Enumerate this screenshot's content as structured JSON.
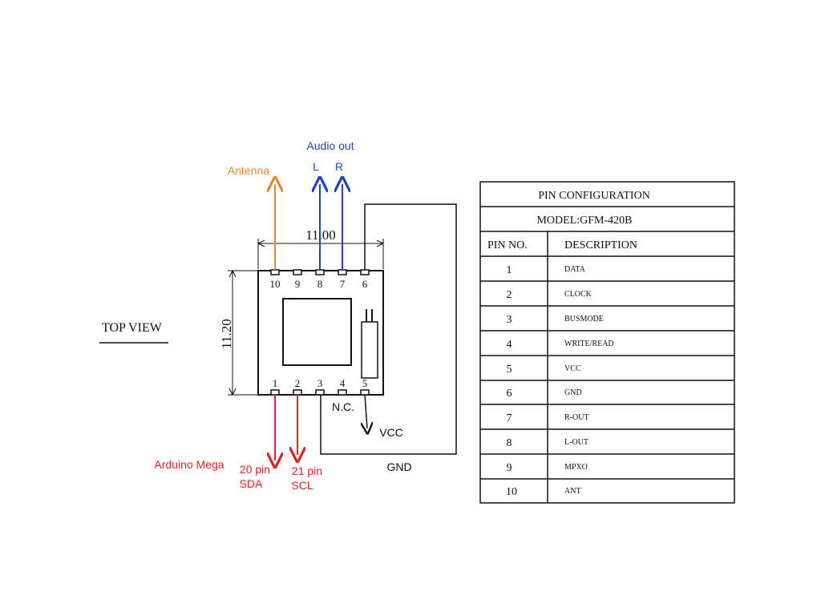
{
  "labels": {
    "top_view": "TOP VIEW",
    "width_dim": "11.00",
    "height_dim": "11.20",
    "audio_out": "Audio out",
    "audio_l": "L",
    "audio_r": "R",
    "antenna": "Antenna",
    "nc": "N.C.",
    "vcc": "VCC",
    "gnd": "GND",
    "arduino": "Arduino Mega",
    "sda_pin": "20 pin",
    "sda": "SDA",
    "scl_pin": "21 pin",
    "scl": "SCL"
  },
  "pins_top": [
    "10",
    "9",
    "8",
    "7",
    "6"
  ],
  "pins_bottom": [
    "1",
    "2",
    "3",
    "4",
    "5"
  ],
  "table": {
    "title": "PIN CONFIGURATION",
    "model": "MODEL:GFM-420B",
    "col_pin": "PIN NO.",
    "col_desc": "DESCRIPTION",
    "rows": [
      {
        "pin": "1",
        "desc": "DATA"
      },
      {
        "pin": "2",
        "desc": "CLOCK"
      },
      {
        "pin": "3",
        "desc": "BUSMODE"
      },
      {
        "pin": "4",
        "desc": "WRITE/READ"
      },
      {
        "pin": "5",
        "desc": "VCC"
      },
      {
        "pin": "6",
        "desc": "GND"
      },
      {
        "pin": "7",
        "desc": "R-OUT"
      },
      {
        "pin": "8",
        "desc": "L-OUT"
      },
      {
        "pin": "9",
        "desc": "MPXO"
      },
      {
        "pin": "10",
        "desc": "ANT"
      }
    ]
  },
  "colors": {
    "antenna": "#e8872c",
    "audio": "#2244bb",
    "i2c": "#dd2222",
    "line": "#111111"
  }
}
